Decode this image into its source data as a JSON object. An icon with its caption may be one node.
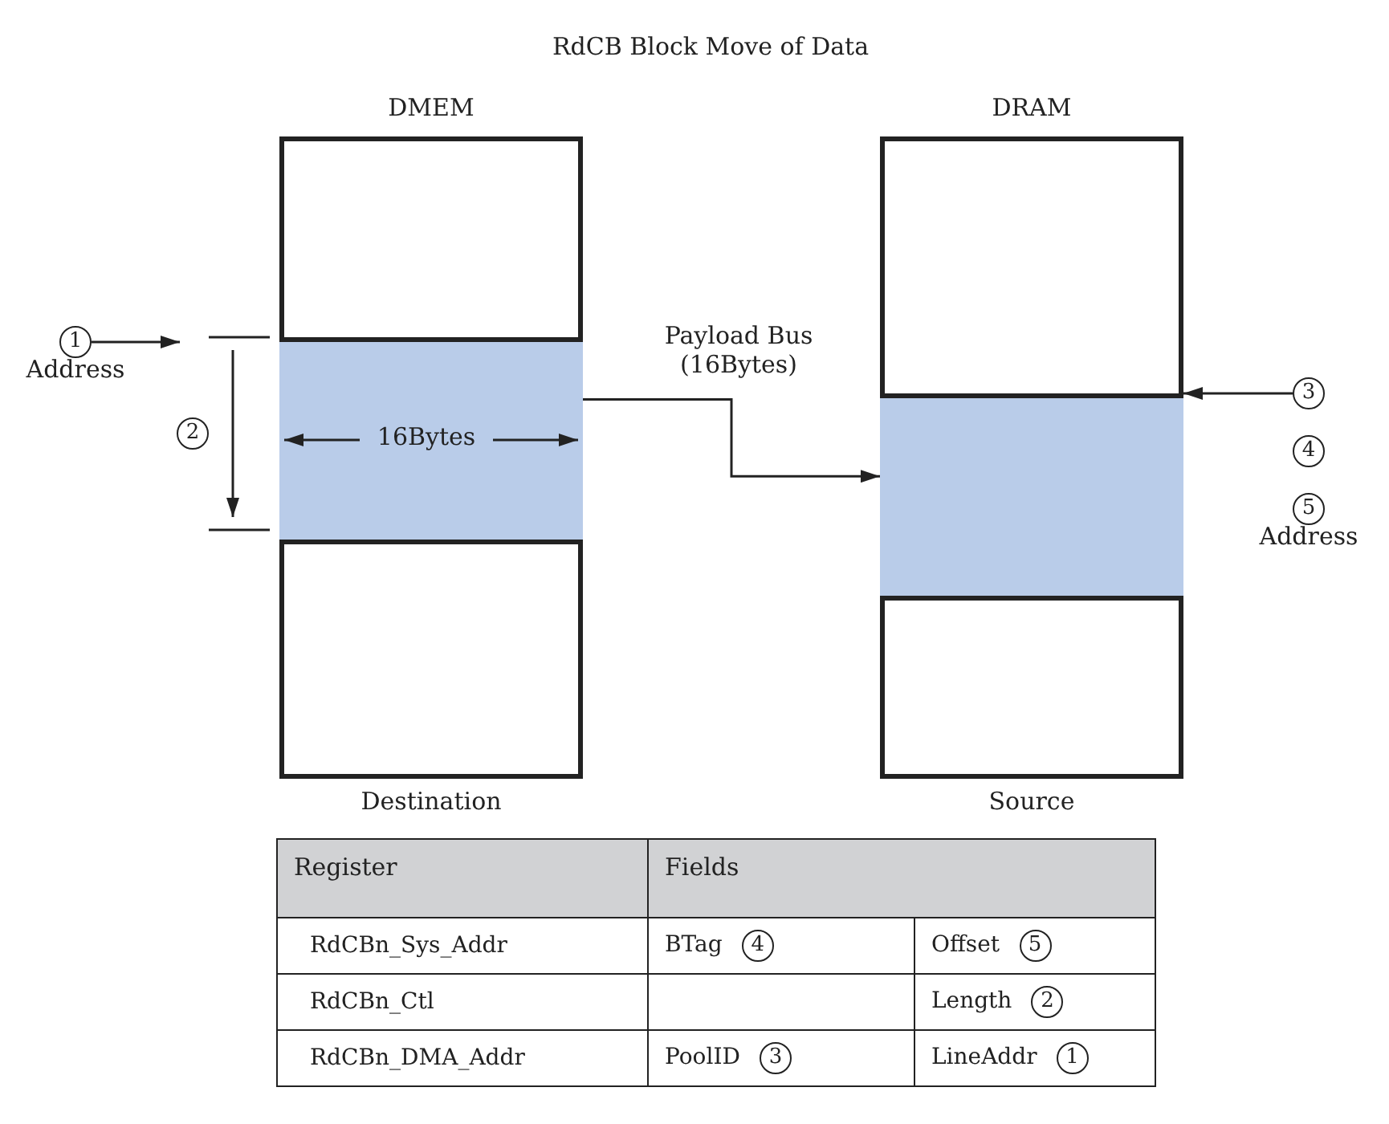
{
  "diagram": {
    "title": "RdCB Block Move of Data",
    "nodes": [
      {
        "text": [
          "DMEM"
        ],
        "beside": [
          "Destination"
        ]
      },
      {
        "text": [
          "16Bytes"
        ],
        "in": 0
      },
      {
        "text": [
          "DRAM"
        ],
        "beside": [
          "Source"
        ]
      },
      {
        "text": [],
        "shape": "box",
        "in": 2
      },
      {
        "text": [
          "1"
        ],
        "beside": [
          "Address"
        ]
      },
      {
        "text": [
          "2"
        ]
      },
      {
        "text": [
          "3"
        ]
      },
      {
        "text": [
          "4"
        ]
      },
      {
        "text": [
          "5"
        ],
        "beside": [
          "Address"
        ]
      }
    ],
    "edges": [
      {
        "from": 1,
        "to": 3,
        "arrow": "to",
        "label": "Payload Bus (16Bytes)"
      },
      {
        "from": 4,
        "to": null,
        "arrow": "to"
      },
      {
        "from": 6,
        "to": 3,
        "arrow": "to"
      }
    ],
    "labels": [
      "Register",
      "Fields",
      "RdCBn_Sys_Addr",
      "BTag",
      "4",
      "Offset",
      "5",
      "RdCBn_Ctl",
      "Length",
      "2",
      "RdCBn_DMA_Addr",
      "PoolID",
      "3",
      "LineAddr",
      "1"
    ]
  }
}
